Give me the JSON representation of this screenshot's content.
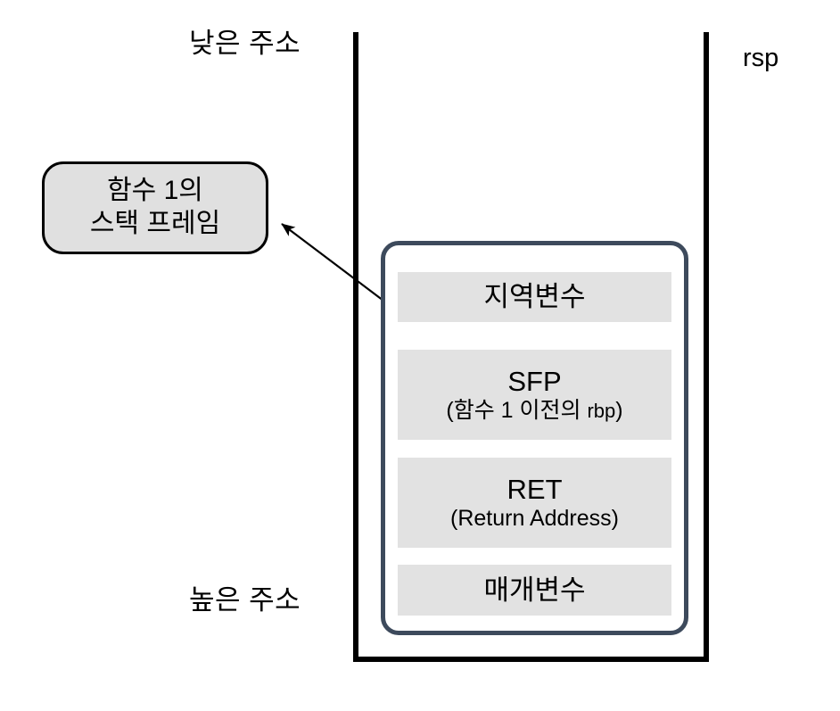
{
  "diagram": {
    "title": "x86-64 stack frame layout of function 1",
    "colors": {
      "rail": "#000000",
      "frame_border": "#3d4a5c",
      "slot_fill": "#e2e2e2",
      "callout_fill": "#e0e0e0",
      "callout_border": "#000000",
      "background": "#ffffff",
      "text": "#000000"
    }
  },
  "labels": {
    "low_address": "낮은 주소",
    "high_address": "높은 주소",
    "stack_pointer": "rsp"
  },
  "callout": {
    "line1": "함수 1의",
    "line2": "스택 프레임"
  },
  "frame": {
    "slots": [
      {
        "name": "local-variables",
        "title": "지역변수",
        "subtitle": ""
      },
      {
        "name": "saved-frame-pointer",
        "title": "SFP",
        "subtitle_prefix": "(함수 1 이전의 ",
        "subtitle_reg": "rbp",
        "subtitle_suffix": ")"
      },
      {
        "name": "return-address",
        "title": "RET",
        "subtitle": "(Return Address)"
      },
      {
        "name": "parameters",
        "title": "매개변수",
        "subtitle": ""
      }
    ]
  }
}
